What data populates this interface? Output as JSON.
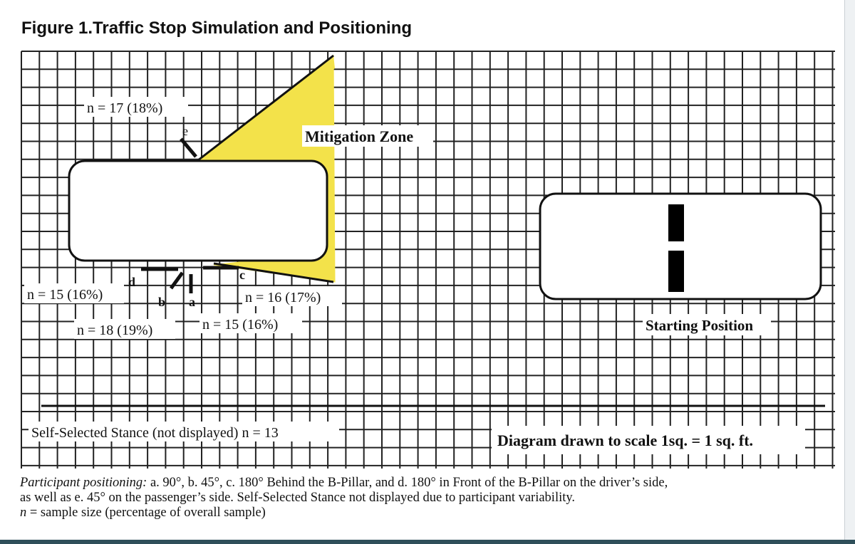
{
  "title": "Figure 1.Traffic Stop Simulation and Positioning",
  "labels": {
    "mitigation_zone": "Mitigation Zone",
    "starting_position": "Starting Position",
    "n_e": "n = 17 (18%)",
    "n_d": "n = 15 (16%)",
    "n_c": "n = 16 (17%)",
    "n_b": "n = 18 (19%)",
    "n_a": "n = 15 (16%)",
    "self_selected": "Self-Selected Stance (not displayed) n = 13",
    "scale_note": "Diagram drawn to scale 1sq. = 1 sq. ft.",
    "letter_a": "a",
    "letter_b": "b",
    "letter_c": "c",
    "letter_d": "d",
    "letter_e": "e"
  },
  "caption": {
    "lead": "Participant positioning:",
    "line1_rest": " a. 90°, b. 45°, c. 180° Behind the B-Pillar, and d. 180° in Front of the B-Pillar on the driver’s side,",
    "line2": "as well as e. 45° on the passenger’s side. Self-Selected Stance not displayed due to participant variability.",
    "n_symbol": "n",
    "line3_rest": " = sample size (percentage of overall sample)"
  },
  "colors": {
    "zone": "#f3e24a",
    "grid": "#222222",
    "car_fill": "#ffffff",
    "light_bar": "#000000"
  }
}
